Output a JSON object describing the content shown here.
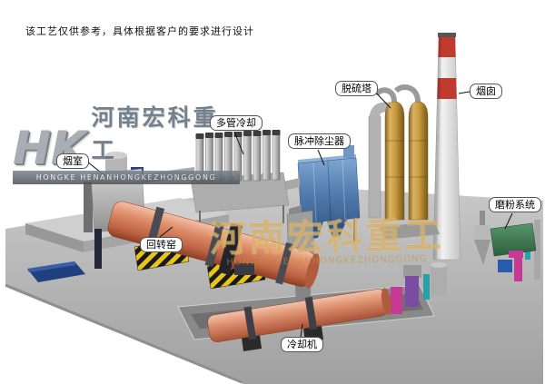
{
  "page": {
    "disclaimer": "该工艺仅供参考，具体根据客户的要求进行设计"
  },
  "logo": {
    "monogram": "HK",
    "company_cn": "河南宏科重工",
    "company_en": "HONGKE HENANHONGKEZHONGGONG"
  },
  "watermark": {
    "company_cn": "河南宏科重工",
    "company_en": "HONGKE HENANHONGKEZHONGGONG"
  },
  "labels": [
    {
      "id": "smoke-chamber",
      "text": "烟室"
    },
    {
      "id": "multi-tube-cooler",
      "text": "多管冷却"
    },
    {
      "id": "pulse-dust-collector",
      "text": "脉冲除尘器"
    },
    {
      "id": "desulfurization-tower",
      "text": "脱硫塔"
    },
    {
      "id": "chimney",
      "text": "烟囱"
    },
    {
      "id": "grinding-system",
      "text": "磨粉系统"
    },
    {
      "id": "rotary-kiln",
      "text": "回转窑"
    },
    {
      "id": "cooling-machine",
      "text": "冷却机"
    }
  ],
  "colors": {
    "kiln": "#dd8a67",
    "cooling_machine": "#dd8f6e",
    "dust_collector_blue": "#547fb0",
    "desulfur_tower_tan": "#c89a3e",
    "chimney_band_red": "#bf3b30",
    "platform_gray": "#b5b5b5",
    "hazard_yellow": "#e8c41a",
    "grinding_green": "#3f7d52",
    "magenta_pipe": "#c43a95",
    "watermark_gold": "rgba(198,147,52,0.55)"
  }
}
